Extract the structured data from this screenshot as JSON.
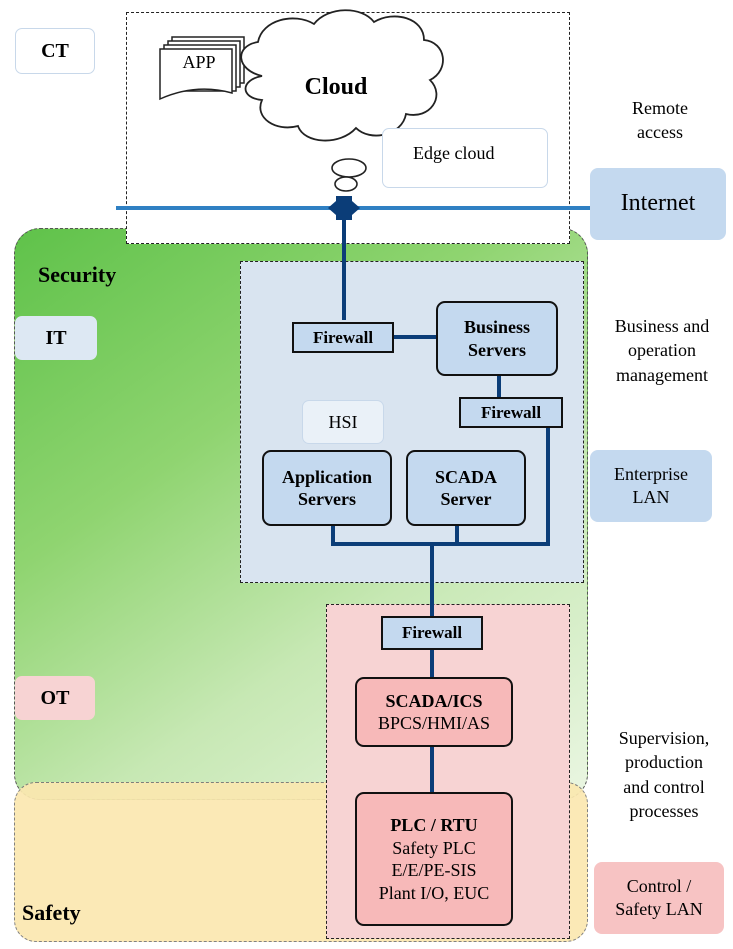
{
  "zones": {
    "security": "Security",
    "safety": "Safety"
  },
  "tags": {
    "ct": "CT",
    "it": "IT",
    "ot": "OT"
  },
  "cloud_area": {
    "app": "APP",
    "cloud": "Cloud",
    "edge_cloud": "Edge cloud"
  },
  "it_area": {
    "firewall_top": "Firewall",
    "business_servers": [
      "Business",
      "Servers"
    ],
    "firewall_mid": "Firewall",
    "hsi": "HSI",
    "application_servers": [
      "Application",
      "Servers"
    ],
    "scada_server": [
      "SCADA",
      "Server"
    ]
  },
  "ot_area": {
    "firewall": "Firewall",
    "scada_ics": {
      "title": "SCADA/ICS",
      "sub": "BPCS/HMI/AS"
    },
    "plc_rtu": {
      "title": "PLC / RTU",
      "lines": [
        "Safety PLC",
        "E/E/PE-SIS",
        "Plant I/O, EUC"
      ]
    }
  },
  "right_side": {
    "remote_access": [
      "Remote",
      "access"
    ],
    "internet": "Internet",
    "business_mgmt": [
      "Business and",
      "operation",
      "management"
    ],
    "enterprise_lan": [
      "Enterprise",
      "LAN"
    ],
    "supervision": [
      "Supervision,",
      "production",
      "and control",
      "processes"
    ],
    "control_lan": [
      "Control /",
      "Safety LAN"
    ]
  },
  "colors": {
    "link": "#0b3d78",
    "internet_line": "#2f80c3",
    "it_zone": "#d9e4f0",
    "ot_zone": "#f7d3d3",
    "security_green": "#5fc24a",
    "safety_yellow": "#fbe8b0"
  }
}
